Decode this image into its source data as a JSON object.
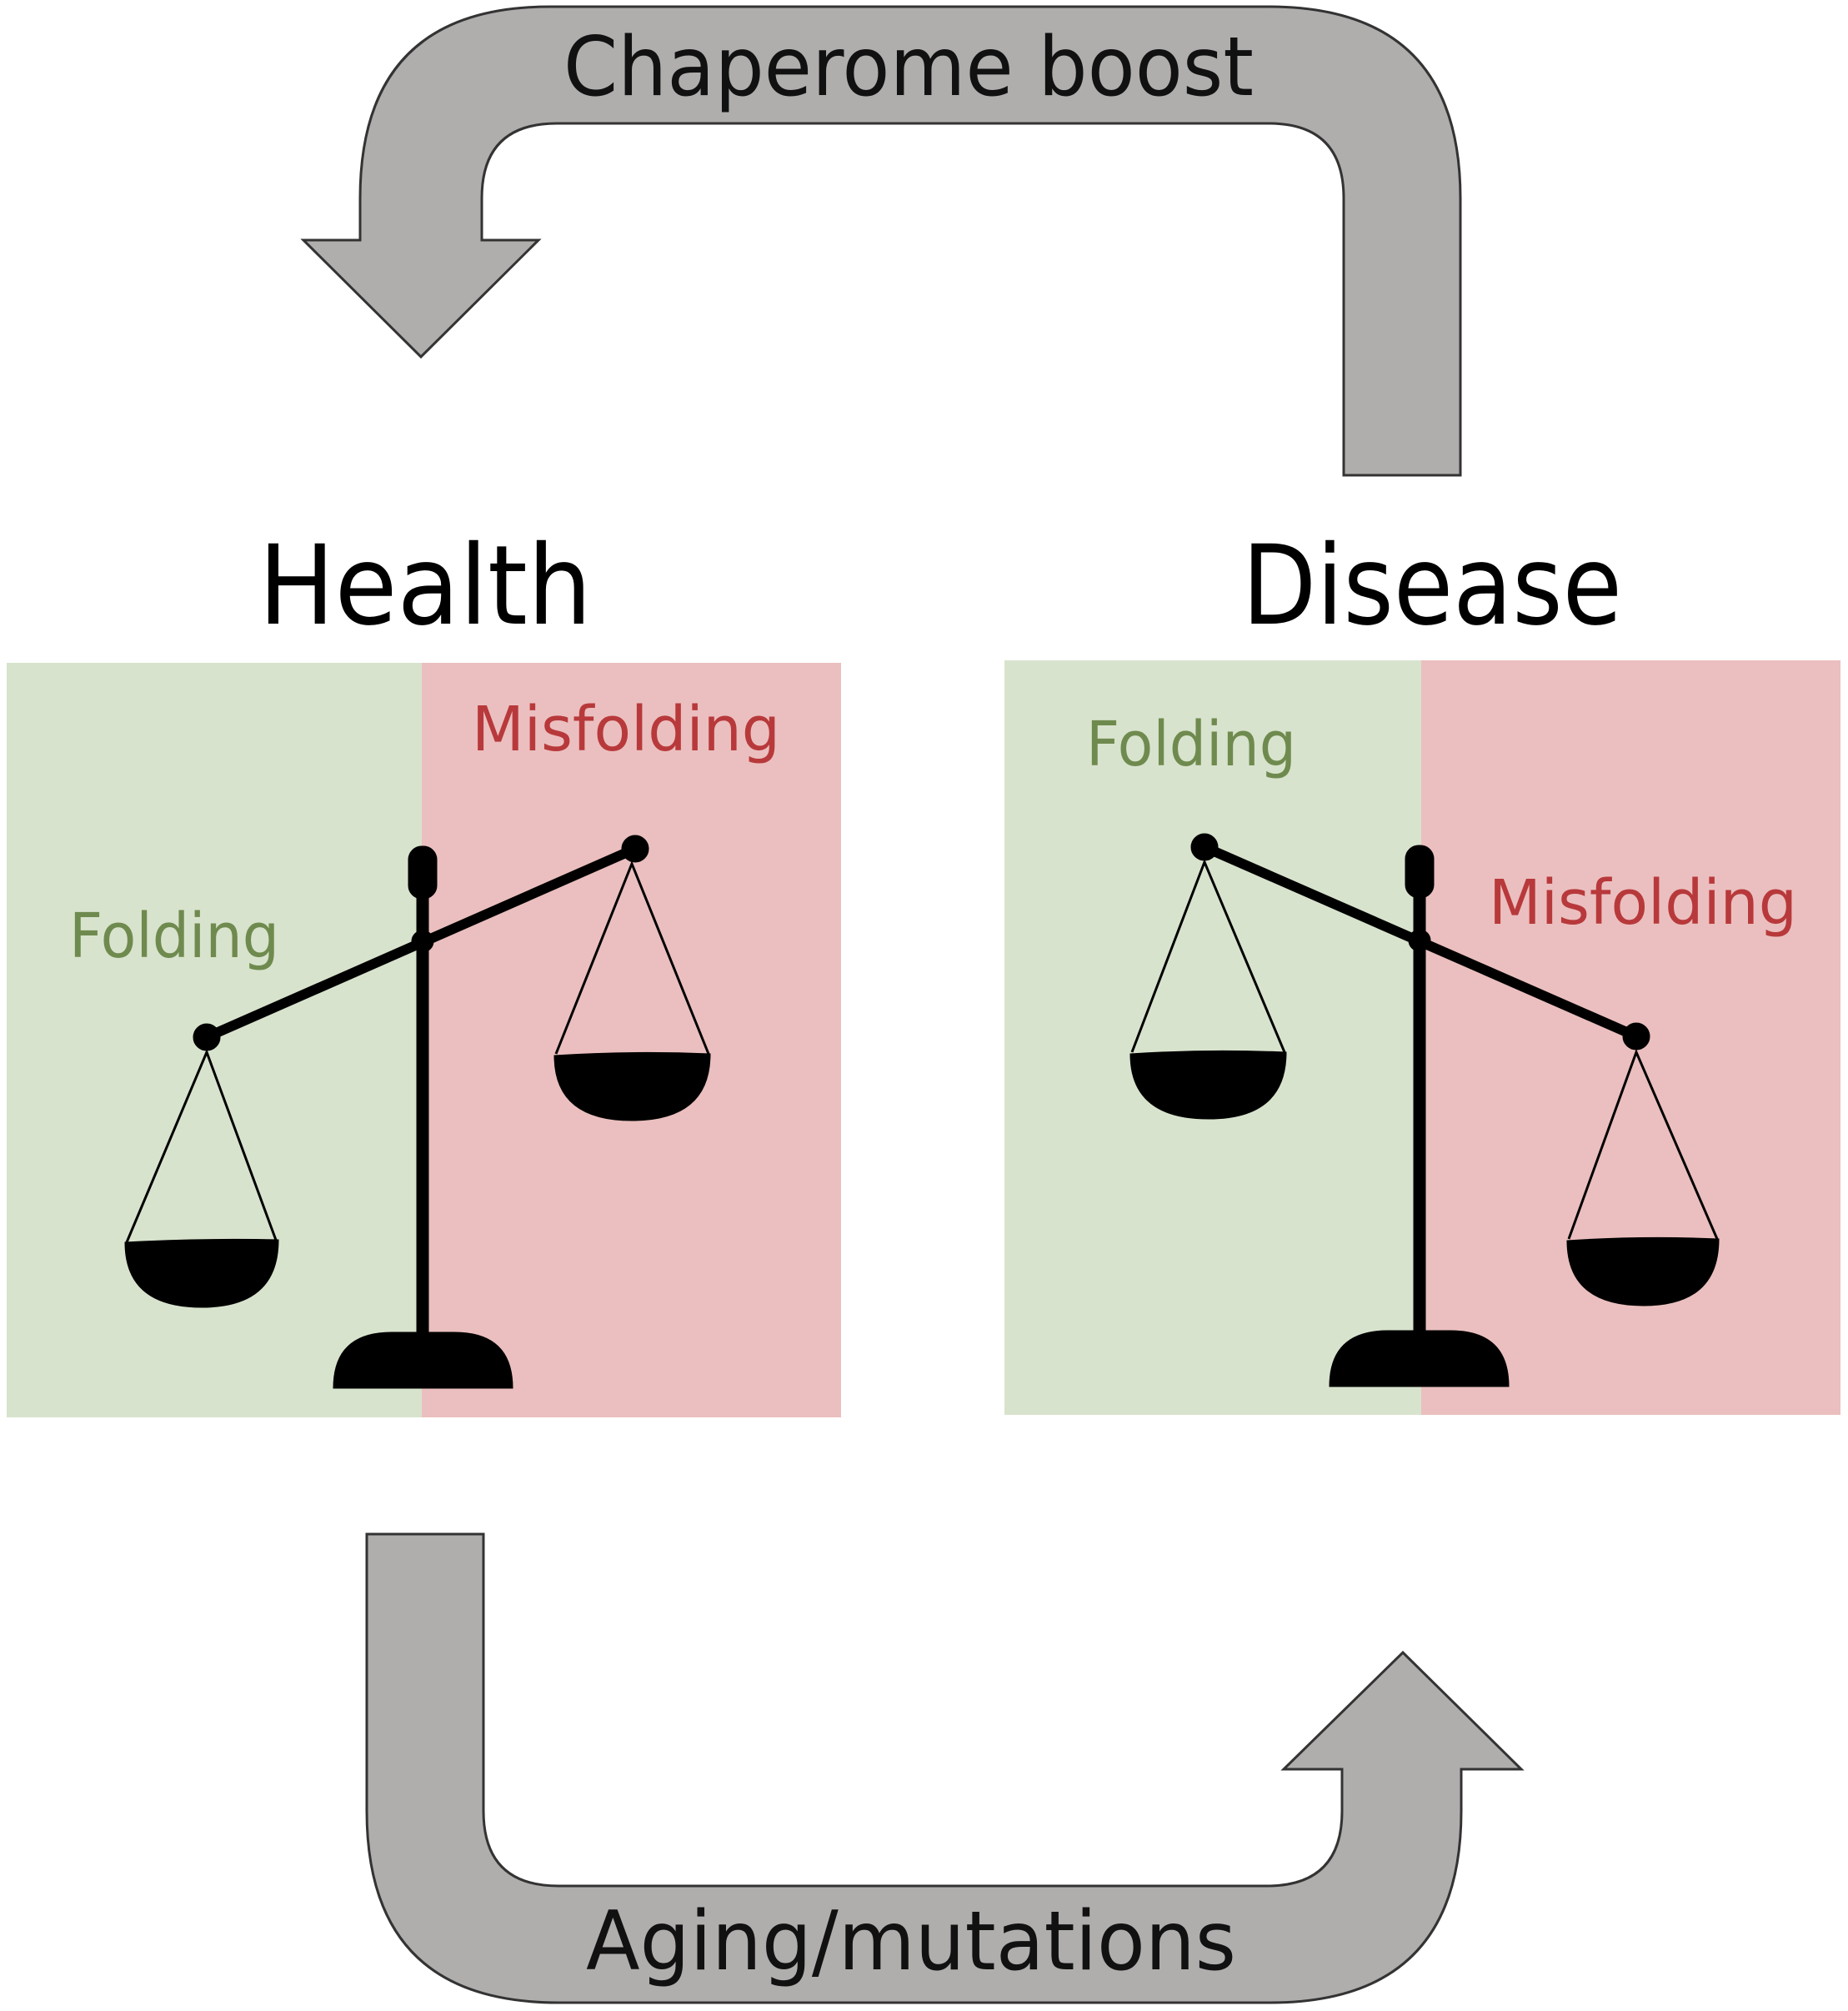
{
  "arrows": {
    "top_label": "Chaperome boost",
    "bottom_label": "Aging/mutations"
  },
  "health": {
    "title": "Health",
    "folding_label": "Folding",
    "misfolding_label": "Misfolding"
  },
  "disease": {
    "title": "Disease",
    "folding_label": "Folding",
    "misfolding_label": "Misfolding"
  },
  "colors": {
    "folding_bg": "#d8e3cd",
    "misfolding_bg": "#ebbfbf",
    "folding_text": "#6f8a4e",
    "misfolding_text": "#b8393b",
    "arrow_fill": "#b0adad",
    "arrow_stroke": "#333333",
    "scale": "#000000"
  }
}
